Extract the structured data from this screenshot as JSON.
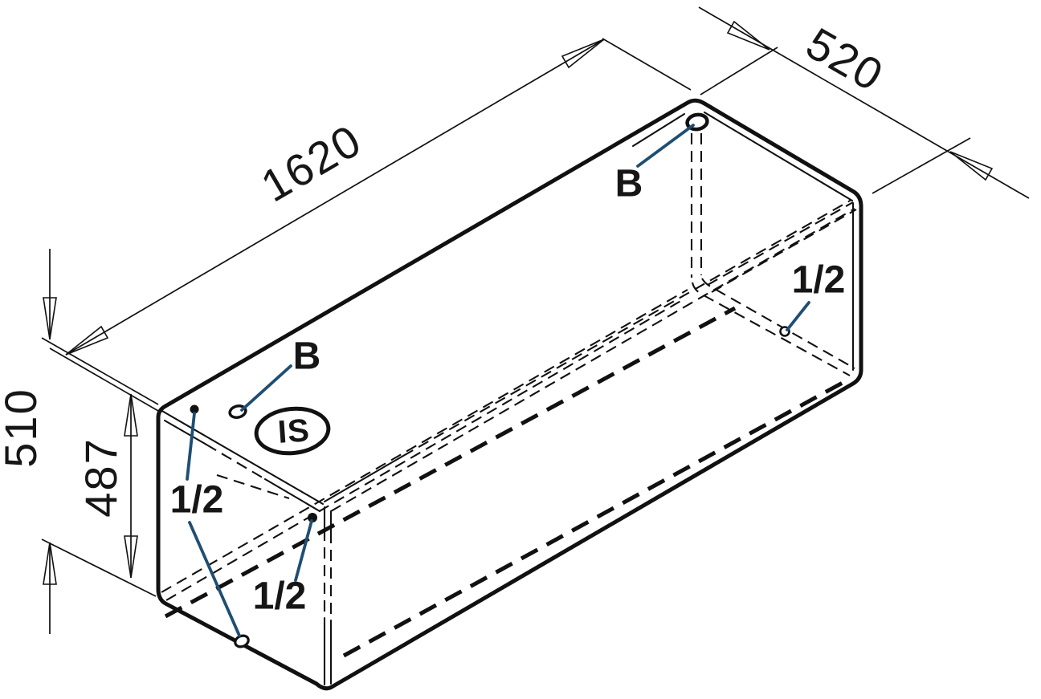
{
  "drawing": {
    "type": "isometric-technical-drawing",
    "subject": "rectangular tank with chamfered bottom edge, ports and hidden edges",
    "dimensions": {
      "length": "1620",
      "width": "520",
      "height_overall": "510",
      "height_front": "487"
    },
    "labels": {
      "fitting_b": "B",
      "fitting_half": "1/2",
      "logo": "IS"
    },
    "annotations": [
      {
        "label": "B",
        "target": "oval port on top face near left end"
      },
      {
        "label": "B",
        "target": "oval port on top face at far top corner"
      },
      {
        "label": "1/2",
        "target": "two small ports near front-left (top face dot and bottom oval)"
      },
      {
        "label": "1/2",
        "target": "small port at near vertical edge"
      },
      {
        "label": "1/2",
        "target": "small port on hidden bottom edge at right end"
      }
    ]
  },
  "colors": {
    "line": "#111111",
    "leader": "#1f4e73",
    "background": "#ffffff"
  }
}
